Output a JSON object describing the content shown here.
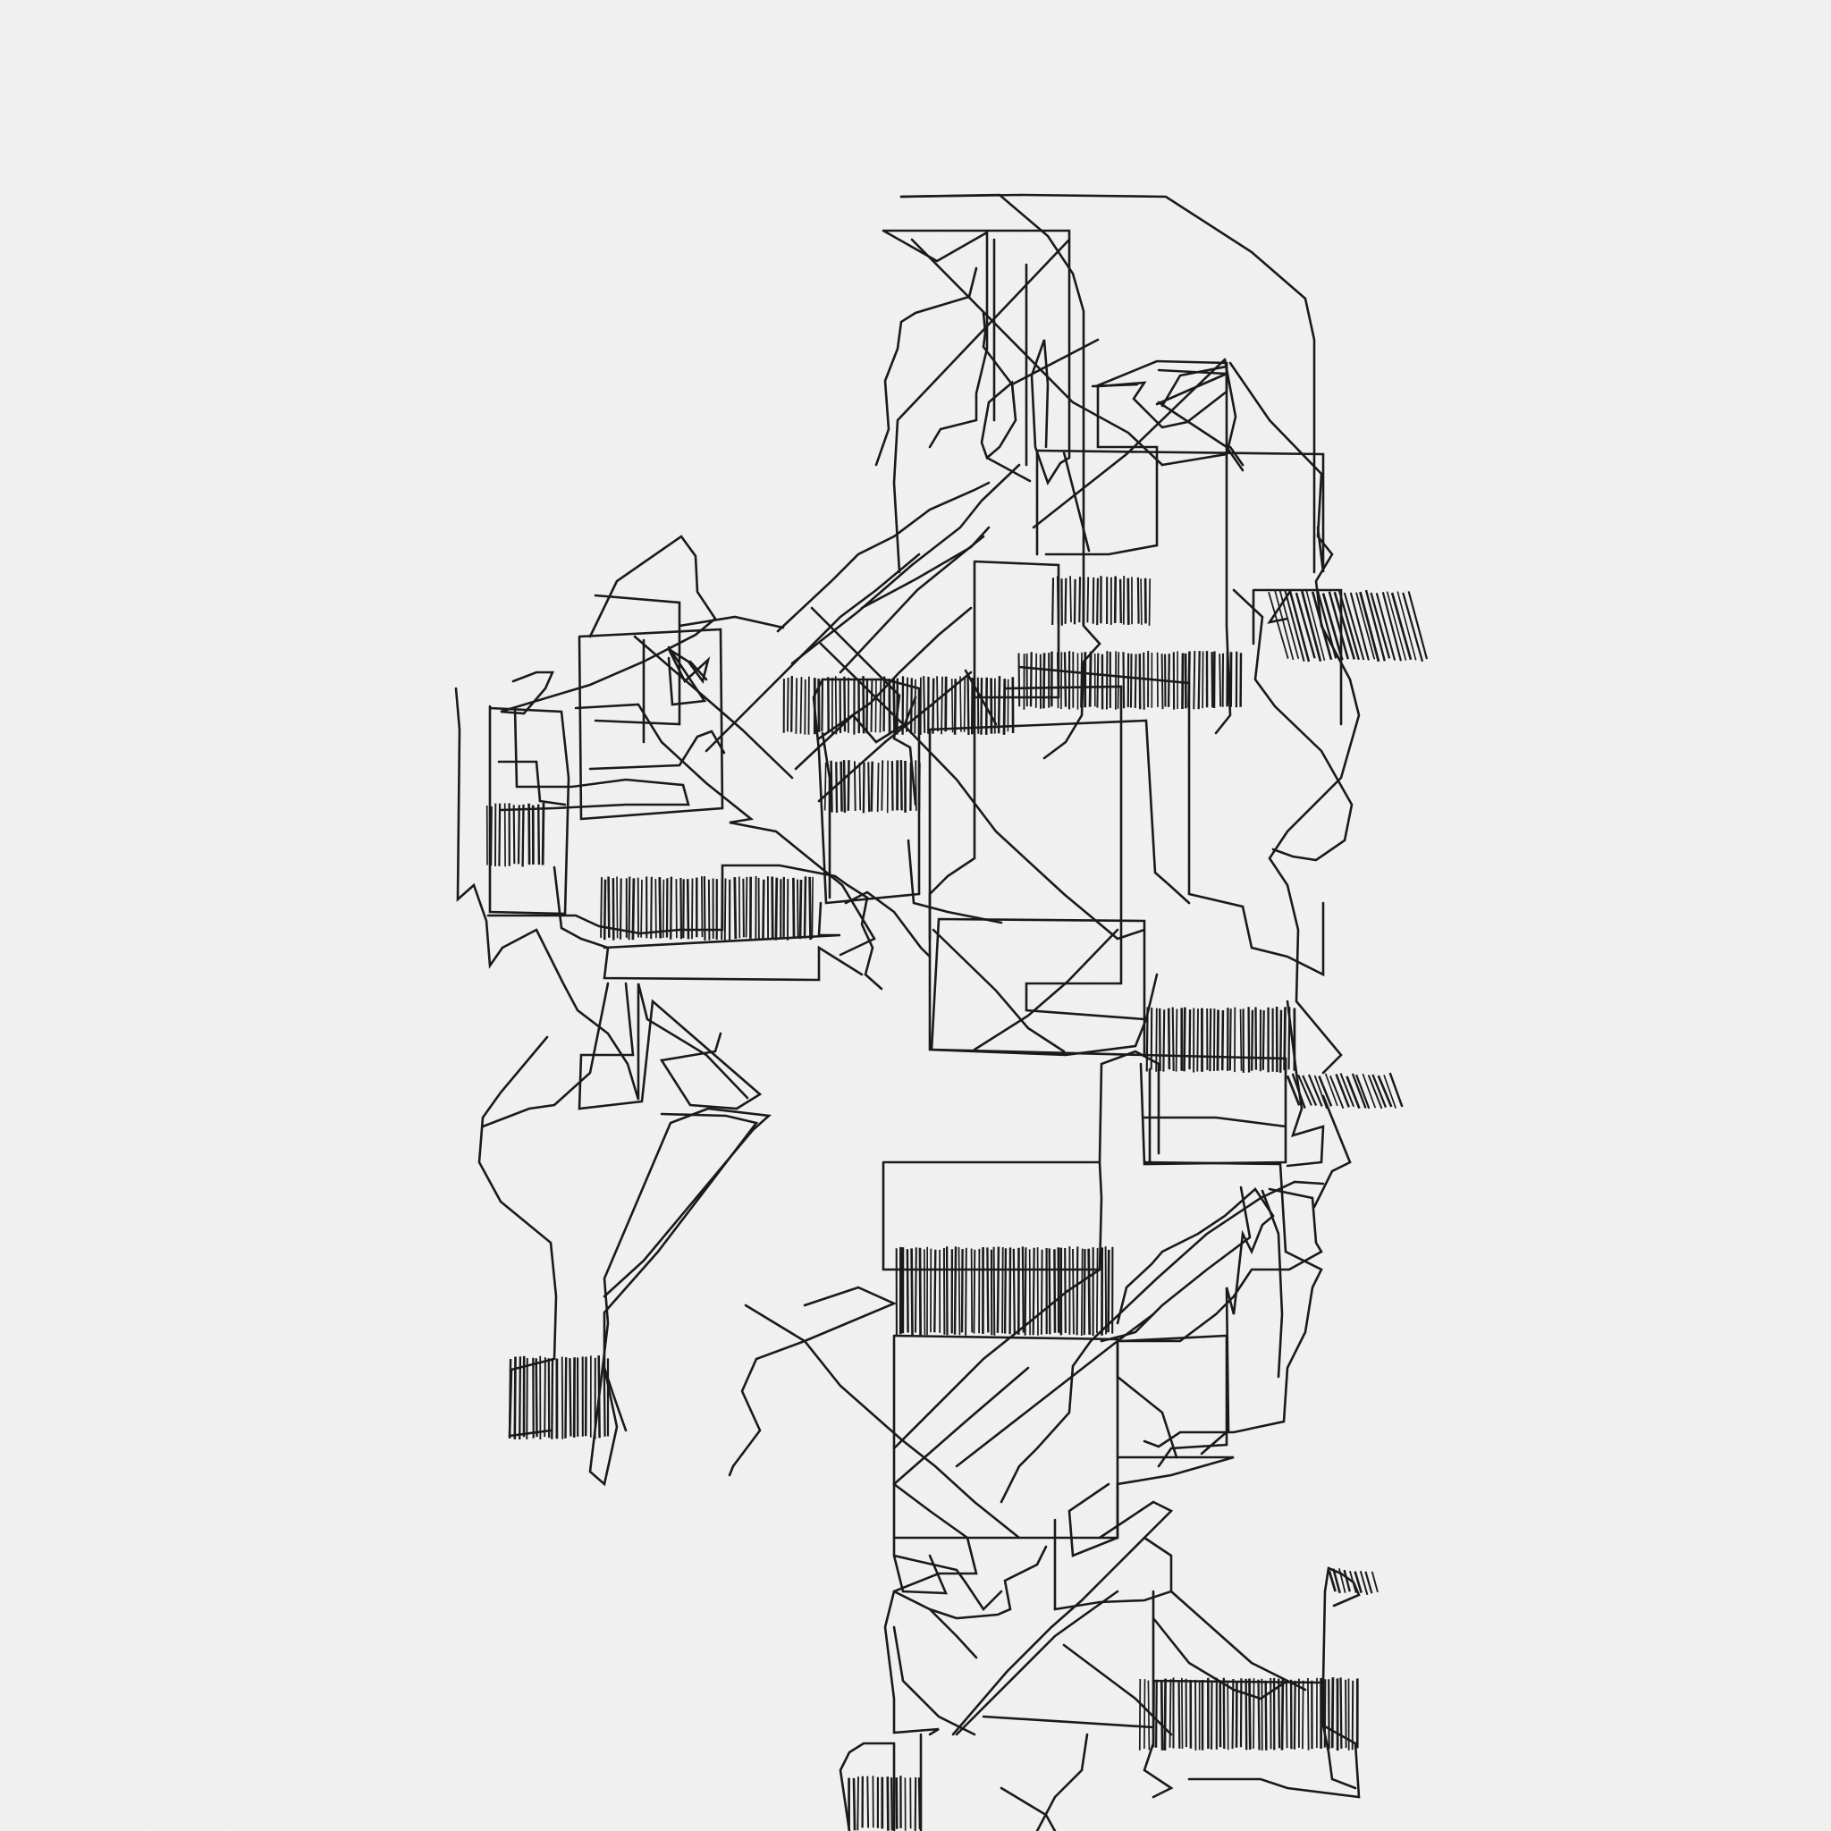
{
  "artwork": {
    "description_text": "",
    "colors": {
      "paper": "#f2f2f2",
      "ink": "#1a1a1a"
    },
    "hatch_blocks": [
      {
        "id": "hatch-top-center",
        "density": 0.85
      },
      {
        "id": "hatch-top-right-slant",
        "density": 0.7
      },
      {
        "id": "hatch-upper-mid",
        "density": 0.9
      },
      {
        "id": "hatch-left-small",
        "density": 0.8
      },
      {
        "id": "hatch-left-mid",
        "density": 0.9
      },
      {
        "id": "hatch-center-small",
        "density": 0.8
      },
      {
        "id": "hatch-mid-upper-row",
        "density": 0.85
      },
      {
        "id": "hatch-right-mid",
        "density": 0.9
      },
      {
        "id": "hatch-right-slant",
        "density": 0.7
      },
      {
        "id": "hatch-lower-center",
        "density": 0.95
      },
      {
        "id": "hatch-lower-left",
        "density": 0.9
      },
      {
        "id": "hatch-bottom-right",
        "density": 0.9
      },
      {
        "id": "hatch-bottom-right-flag",
        "density": 0.7
      },
      {
        "id": "hatch-bottom-edge",
        "density": 0.8
      }
    ]
  }
}
